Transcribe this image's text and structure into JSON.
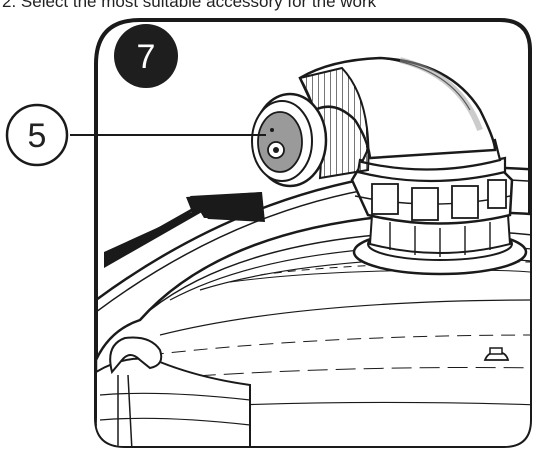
{
  "instruction_text": "2. Select the most suitable accessory for the work",
  "step": {
    "number": "7"
  },
  "callout": {
    "label": "5"
  },
  "colors": {
    "line": "#1a1a1a",
    "shade": "#9a9a9a",
    "background": "#ffffff"
  }
}
